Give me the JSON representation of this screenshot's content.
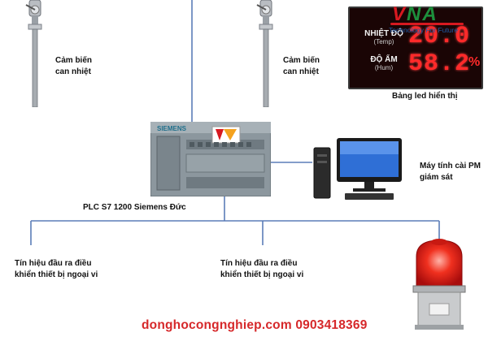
{
  "sensor_left": {
    "label_line1": "Cảm biến",
    "label_line2": "can nhiệt"
  },
  "sensor_right": {
    "label_line1": "Cảm biến",
    "label_line2": "can nhiệt"
  },
  "led_board": {
    "temp_label": "NHIỆT ĐỘ",
    "temp_sub": "(Temp)",
    "temp_value": "20.0",
    "hum_label": "ĐỘ ẨM",
    "hum_sub": "(Hum)",
    "hum_value": "58.2",
    "hum_unit": "%",
    "caption": "Bảng led hiển thị"
  },
  "logo": {
    "brand_v": "V",
    "brand_na": "NA",
    "tagline": "Technology For Future"
  },
  "plc": {
    "brand": "SIEMENS",
    "caption": "PLC S7 1200 Siemens Đức"
  },
  "pc": {
    "caption_line1": "Máy tính cài PM",
    "caption_line2": "giám sát"
  },
  "output_left": {
    "line1": "Tín hiệu đầu ra điều",
    "line2": "khiển thiết bị ngoại vi"
  },
  "output_right": {
    "line1": "Tín hiệu đầu ra điều",
    "line2": "khiển thiết bị ngoại vi"
  },
  "footer": {
    "text": "donghocongnghiep.com 0903418369"
  },
  "colors": {
    "wire": "#5b7db8",
    "led_red": "#ff2a2a",
    "footer_red": "#d6282a",
    "logo_red": "#d71920",
    "logo_green": "#1d8f3c"
  }
}
